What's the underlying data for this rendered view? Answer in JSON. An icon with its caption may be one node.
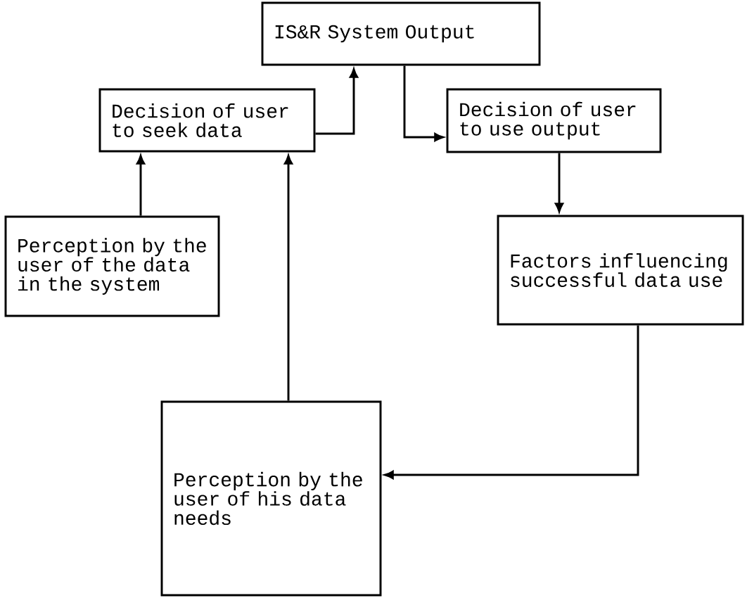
{
  "diagram": {
    "nodes": [
      {
        "text": [
          "IS&R System Output"
        ]
      },
      {
        "text": [
          "Decision of user to seek data"
        ]
      },
      {
        "text": [
          "Decision of user to use output"
        ]
      },
      {
        "text": [
          "Perception by the user of the data in the system"
        ]
      },
      {
        "text": [
          "Factors influencing successful data use"
        ]
      },
      {
        "text": [
          "Perception by the user of his data needs"
        ]
      }
    ],
    "edges": [
      {
        "from": 1,
        "to": 0,
        "arrow": "to"
      },
      {
        "from": 0,
        "to": 2,
        "arrow": "to"
      },
      {
        "from": 3,
        "to": 1,
        "arrow": "to"
      },
      {
        "from": 5,
        "to": 1,
        "arrow": "to"
      },
      {
        "from": 2,
        "to": 4,
        "arrow": "to"
      },
      {
        "from": 4,
        "to": 5,
        "arrow": "to"
      }
    ]
  }
}
